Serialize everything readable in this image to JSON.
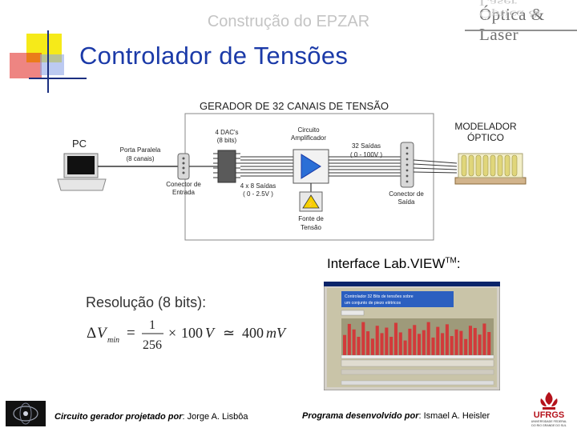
{
  "header": {
    "subtitle": "Construção do EPZAR",
    "logo_text": "Óptica & Laser"
  },
  "slide": {
    "title": "Controlador de Tensões"
  },
  "diagram": {
    "title": "GERADOR DE 32 CANAIS DE TENSÃO",
    "pc_label": "PC",
    "parallel_port_line1": "Porta Paralela",
    "parallel_port_line2": "(8 canais)",
    "input_connector_line1": "Conector de",
    "input_connector_line2": "Entrada",
    "dac_line1": "4 DAC's",
    "dac_line2": "(8 bits)",
    "dac_outputs_line1": "4 x 8 Saídas",
    "dac_outputs_line2": "( 0 - 2.5V )",
    "amplifier_line1": "Circuito",
    "amplifier_line2": "Amplificador",
    "outputs_line1": "32 Saídas",
    "outputs_line2": "( 0 - 100V )",
    "power_line1": "Fonte de",
    "power_line2": "Tensão",
    "output_connector_line1": "Conector de",
    "output_connector_line2": "Saída",
    "modulator_line1": "MODELADOR",
    "modulator_line2": "ÓPTICO"
  },
  "labview": {
    "heading": "Interface Lab.VIEW",
    "heading_sup": "TM",
    "heading_suffix": ":",
    "panel_text_line1": "Controlador 32 Bits de tensões sobre",
    "panel_text_line2": "um conjunto de piezo elétricos",
    "bar_levels": [
      0.55,
      0.85,
      0.7,
      0.5,
      0.9,
      0.65,
      0.45,
      0.8,
      0.6,
      0.75,
      0.5,
      0.88,
      0.62,
      0.4,
      0.72,
      0.82,
      0.58,
      0.68,
      0.9,
      0.48,
      0.77,
      0.6,
      0.84,
      0.52,
      0.7,
      0.66,
      0.44,
      0.8,
      0.74,
      0.56,
      0.86,
      0.63
    ]
  },
  "resolution": {
    "label": "Resolução (8 bits):"
  },
  "footer": {
    "left_bold": "Circuito gerador projetado por",
    "left_normal": ": Jorge A. Lisbôa",
    "right_bold": "Programa desenvolvido por",
    "right_normal": ": Ismael A. Heisler",
    "ufrgs_name": "UFRGS",
    "ufrgs_sub1": "UNIVERSIDADE FEDERAL",
    "ufrgs_sub2": "DO RIO GRANDE DO SUL"
  },
  "colors": {
    "title_blue": "#1b3aa8",
    "deco_yellow": "#f5e800",
    "deco_red": "#e0201c",
    "amp_blue": "#2b6fd6",
    "bar_red": "#d23a3a"
  }
}
